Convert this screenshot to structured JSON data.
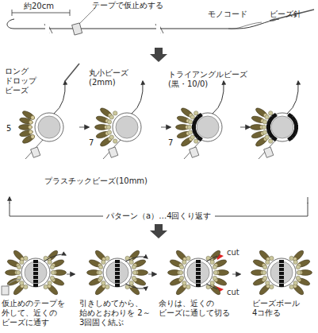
{
  "diagram": {
    "labels": [
      "約20cm",
      "テープで仮止めする",
      "モノコード",
      "ビーズ針",
      "ロング ドロップ ビーズ",
      "5",
      "丸小ビーズ (2mm)",
      "7",
      "トライアングルビーズ (黒・10/0)",
      "7",
      "プラスチックビーズ(10mm)",
      "パターン（a）…4回くり返す",
      "cut",
      "cut",
      "仮止めのテープを 外して、近くの ビーズに通す",
      "引きしめてから、 始めとおわりを 2～3回固く結ぶ",
      "余りは、近くの ビーズに通して切る",
      "ビーズボール 4コ作る"
    ]
  }
}
